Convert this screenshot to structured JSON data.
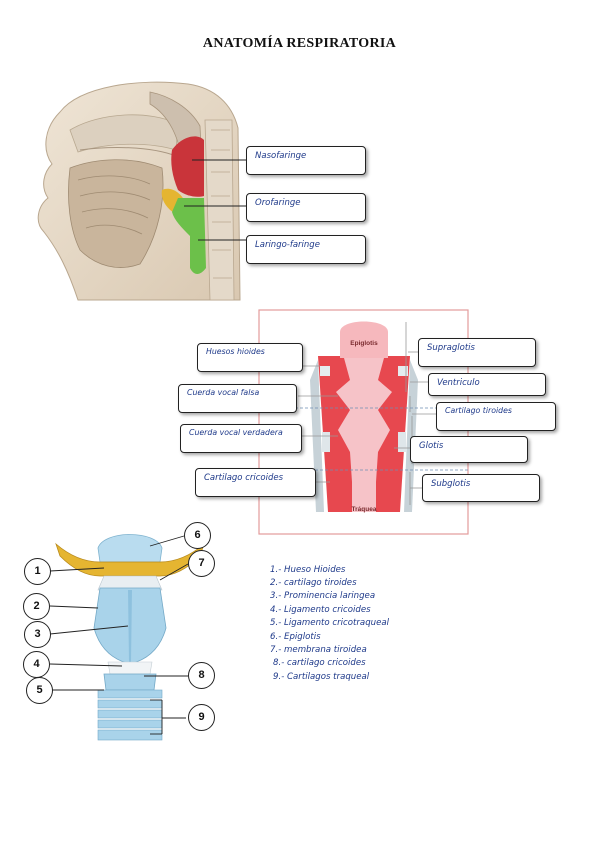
{
  "document": {
    "title": "ANATOMÍA RESPIRATORIA"
  },
  "figure1": {
    "labels": [
      "Nasofaringe",
      "Orofaringe",
      "Laringo-faringe"
    ]
  },
  "figure2": {
    "printed": {
      "epiglottis": "Epiglotis",
      "trachea": "Tráquea"
    },
    "left_labels": [
      "Huesos hioides",
      "Cuerda vocal falsa",
      "Cuerda vocal verdadera",
      "Cartilago cricoides"
    ],
    "right_labels": [
      "Supraglotis",
      "Ventriculo",
      "Cartilago tiroides",
      "Glotis",
      "Subglotis"
    ]
  },
  "figure3": {
    "numbers": [
      "1",
      "2",
      "3",
      "4",
      "5",
      "6",
      "7",
      "8",
      "9"
    ]
  },
  "answers": [
    "1.- Hueso Hioides",
    "2.- cartilago tiroides",
    "3.- Prominencia laringea",
    "4.- Ligamento cricoides",
    "5.- Ligamento cricotraqueal",
    "6.- Epiglotis",
    "7.- membrana tiroidea",
    "8.- cartilago cricoides",
    "9.- Cartilagos traqueal"
  ],
  "colors": {
    "label_ink": "#1f3a8a",
    "nasopharynx": "#c9343a",
    "laryngopharynx": "#6cc04a",
    "cartilage_blue": "#a9d3ea",
    "hyoid": "#e5b531",
    "mucosa_red": "#e7484f"
  }
}
